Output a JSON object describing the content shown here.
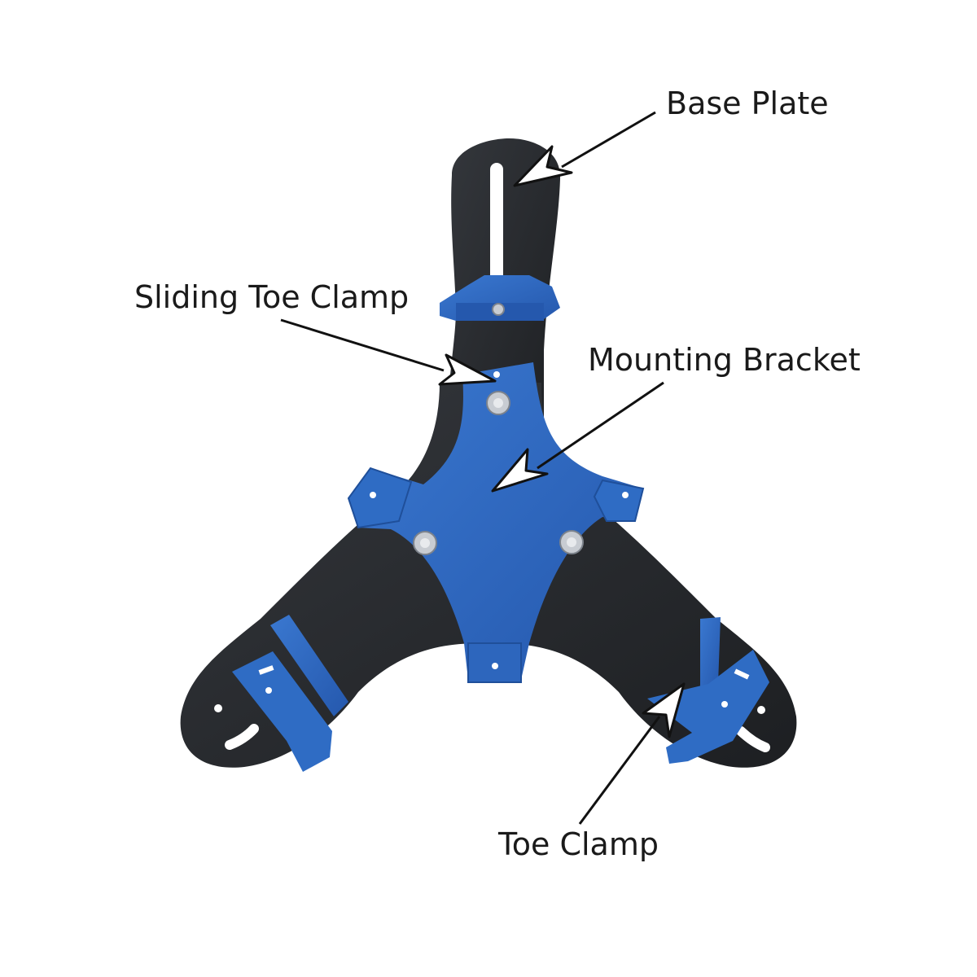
{
  "labels": {
    "base_plate": "Base Plate",
    "sliding_toe_clamp": "Sliding Toe Clamp",
    "mounting_bracket": "Mounting Bracket",
    "toe_clamp": "Toe Clamp"
  },
  "colors": {
    "background": "#ffffff",
    "base_plate": "#25272b",
    "bracket": "#2f6cc4",
    "bracket_shade": "#1f4f9a",
    "bolt": "#c8ccd2",
    "text": "#1a1a1a"
  }
}
